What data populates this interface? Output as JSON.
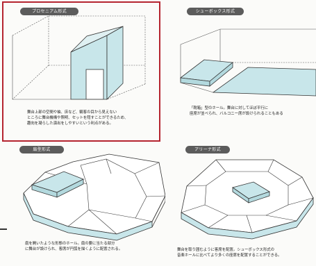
{
  "colors": {
    "highlight": "#b5242f",
    "fill": "#c8e6ea",
    "line": "#333333",
    "pill_bg": "#5c5c5c"
  },
  "panels": {
    "proscenium": {
      "label": "プロセニアム形式",
      "caption": [
        "舞台上部の空間や袖、床など、観客の目から見えない",
        "ところに舞台機構や照明、セットを隠すことができるため、",
        "趣向を凝らした演出をしやすいという利点がある。"
      ]
    },
    "shoebox": {
      "label": "シューボックス形式",
      "caption": [
        "「靴箱」型のホール。舞台に対してほぼ平行に",
        "座席が並べられ、バルコニー席が設けられることもある"
      ]
    },
    "vineyard": {
      "label": "扇型形式",
      "caption": [
        "扇を開いたような形態のホール。扇の要に当たる部分",
        "に舞台が設けられ、客席が円弧を描くように配置される。"
      ]
    },
    "arena": {
      "label": "アリーナ形式",
      "caption": [
        "舞台を取り囲むように客席を配置。シューボックス形式の",
        "音楽ホールに比べてより多くの座席を配置することができる。"
      ]
    }
  }
}
